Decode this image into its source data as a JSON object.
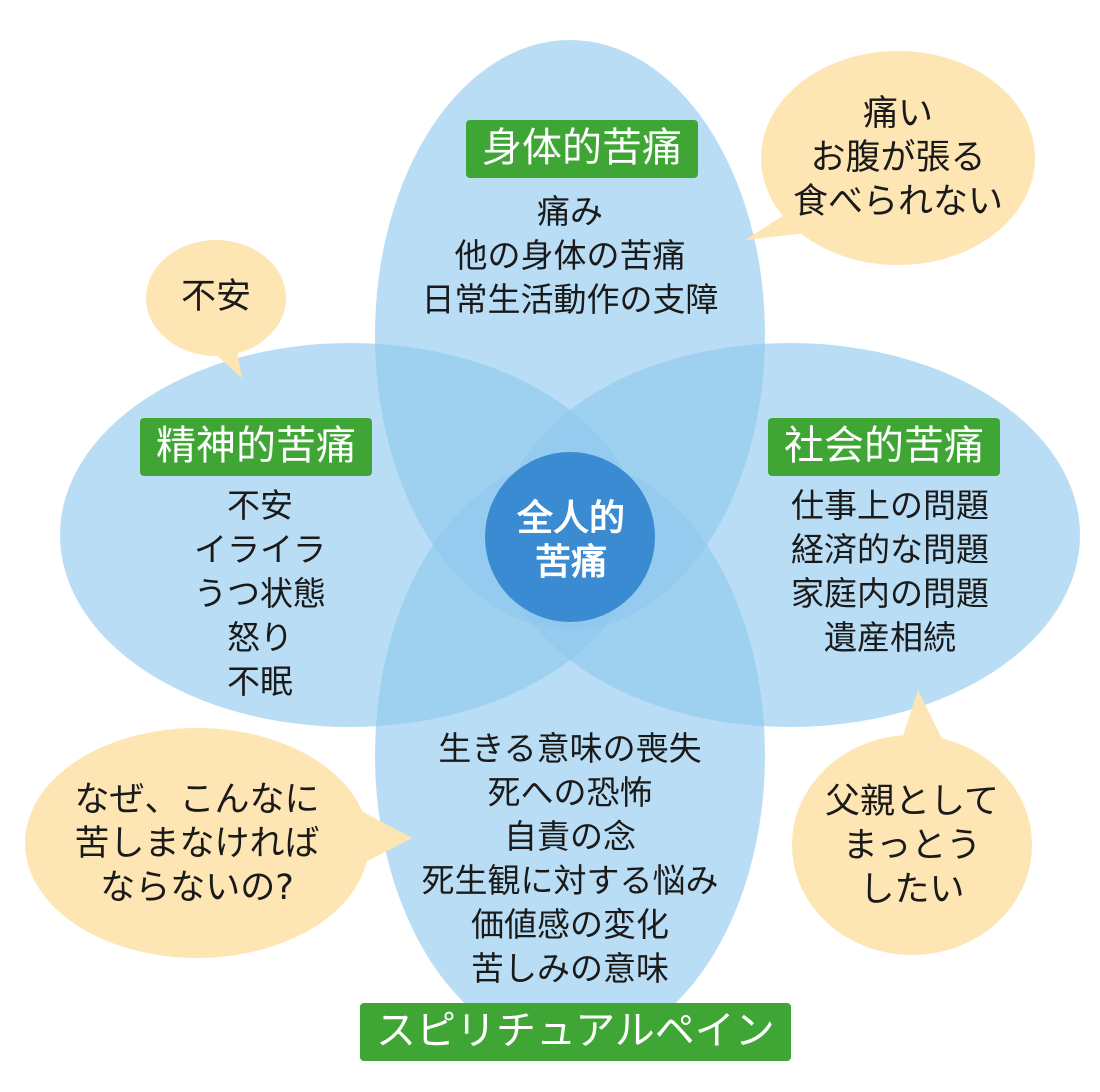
{
  "physical": {
    "label": "身体的苦痛",
    "items": [
      "痛み",
      "他の身体の苦痛",
      "日常生活動作の支障"
    ]
  },
  "mental": {
    "label": "精神的苦痛",
    "items": [
      "不安",
      "イライラ",
      "うつ状態",
      "怒り",
      "不眠"
    ]
  },
  "social": {
    "label": "社会的苦痛",
    "items": [
      "仕事上の問題",
      "経済的な問題",
      "家庭内の問題",
      "遺産相続"
    ]
  },
  "spiritual": {
    "label": "スピリチュアルペイン",
    "items": [
      "生きる意味の喪失",
      "死への恐怖",
      "自責の念",
      "死生観に対する悩み",
      "価値感の変化",
      "苦しみの意味"
    ]
  },
  "center": {
    "line1": "全人的",
    "line2": "苦痛"
  },
  "bubbles": {
    "physical": [
      "痛い",
      "お腹が張る",
      "食べられない"
    ],
    "mental": [
      "不安"
    ],
    "social": [
      "父親として",
      "まっとう",
      "したい"
    ],
    "spiritual": [
      "なぜ、こんなに",
      "苦しまなければ",
      "ならないの?"
    ]
  },
  "colors": {
    "ellipse": "#8ec8ee",
    "center": "#3a8bd1",
    "label_bg": "#3fa535",
    "bubble": "#fde6b3"
  }
}
